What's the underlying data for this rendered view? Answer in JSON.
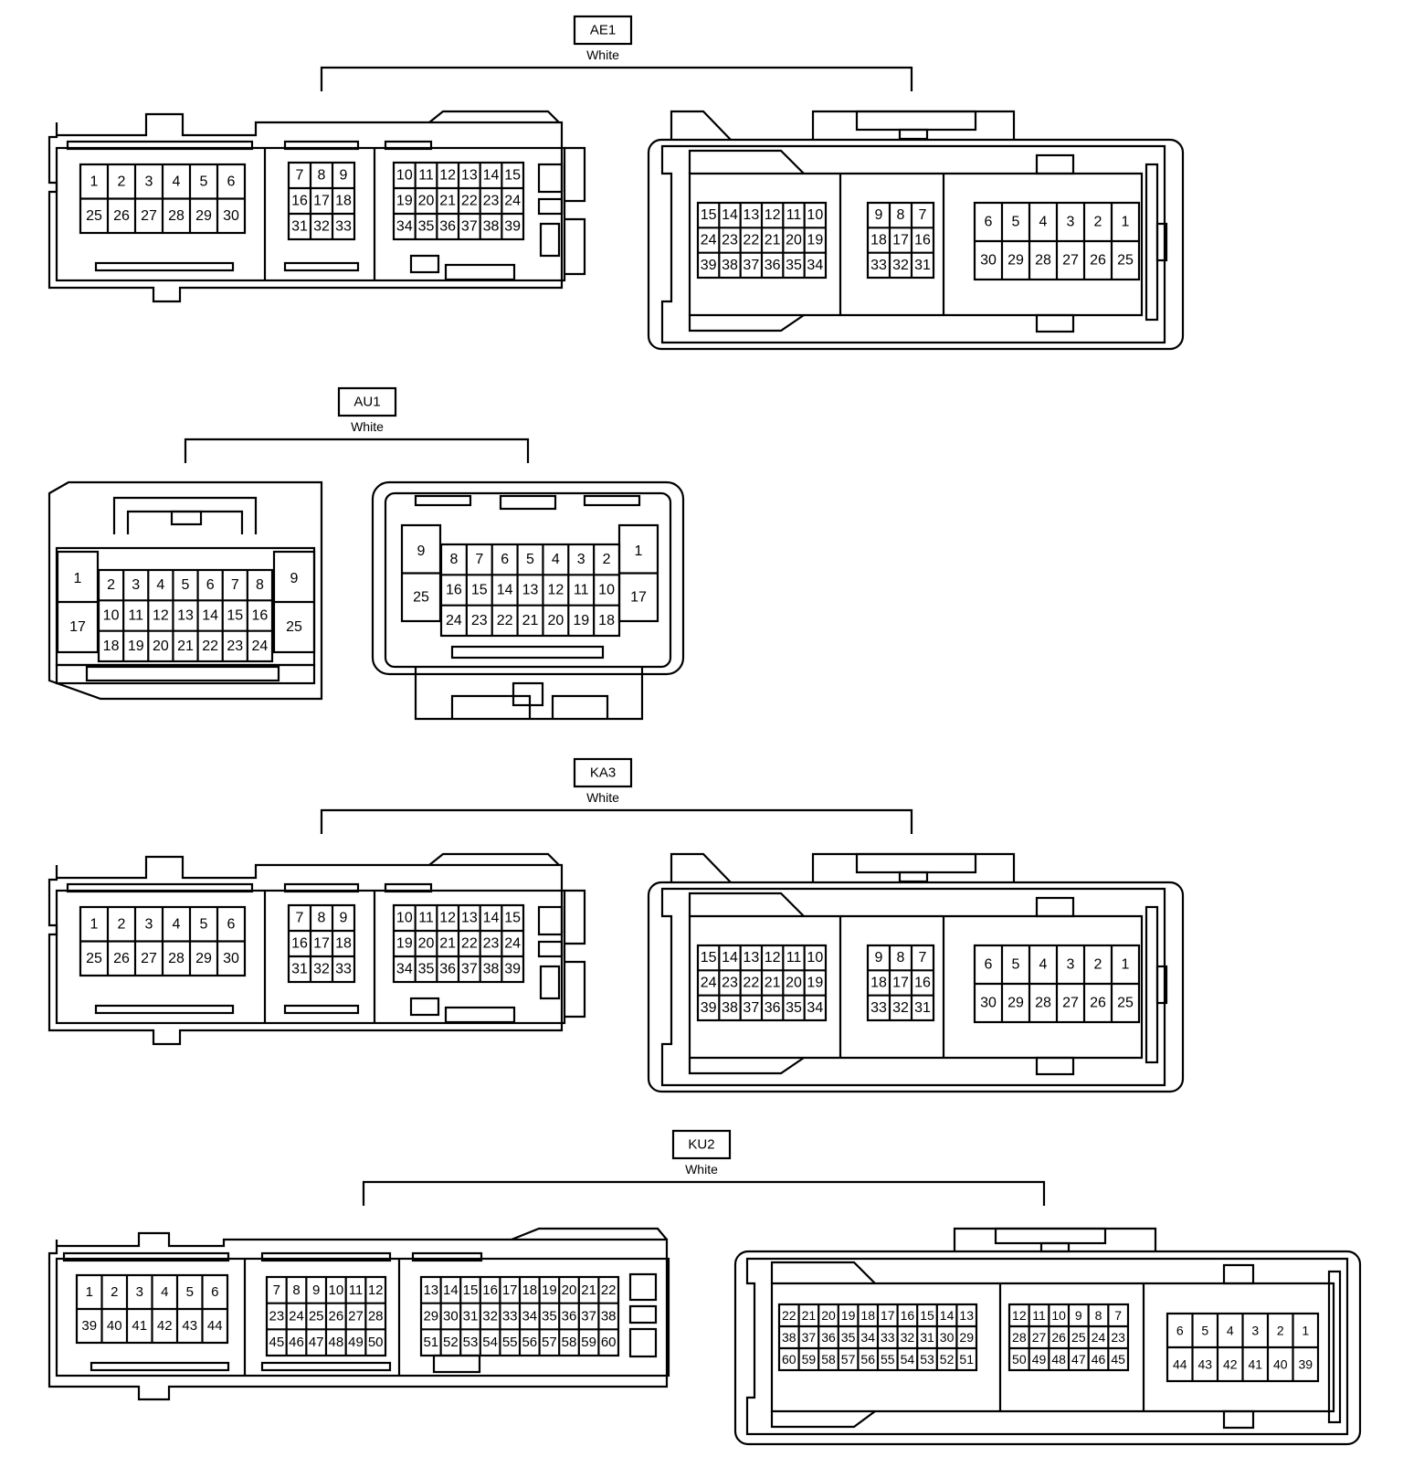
{
  "connectors": [
    {
      "id": "AE1",
      "color": "White",
      "female": {
        "a": [
          [
            "1",
            "2",
            "3",
            "4",
            "5",
            "6"
          ],
          [
            "25",
            "26",
            "27",
            "28",
            "29",
            "30"
          ]
        ],
        "b": [
          [
            "7",
            "8",
            "9"
          ],
          [
            "16",
            "17",
            "18"
          ],
          [
            "31",
            "32",
            "33"
          ]
        ],
        "c": [
          [
            "10",
            "11",
            "12",
            "13",
            "14",
            "15"
          ],
          [
            "19",
            "20",
            "21",
            "22",
            "23",
            "24"
          ],
          [
            "34",
            "35",
            "36",
            "37",
            "38",
            "39"
          ]
        ]
      },
      "male": {
        "a": [
          [
            "15",
            "14",
            "13",
            "12",
            "11",
            "10"
          ],
          [
            "24",
            "23",
            "22",
            "21",
            "20",
            "19"
          ],
          [
            "39",
            "38",
            "37",
            "36",
            "35",
            "34"
          ]
        ],
        "b": [
          [
            "9",
            "8",
            "7"
          ],
          [
            "18",
            "17",
            "16"
          ],
          [
            "33",
            "32",
            "31"
          ]
        ],
        "c": [
          [
            "6",
            "5",
            "4",
            "3",
            "2",
            "1"
          ],
          [
            "30",
            "29",
            "28",
            "27",
            "26",
            "25"
          ]
        ]
      }
    },
    {
      "id": "AU1",
      "color": "White",
      "female": {
        "left": [
          "1",
          "17"
        ],
        "grid": [
          [
            "2",
            "3",
            "4",
            "5",
            "6",
            "7",
            "8"
          ],
          [
            "10",
            "11",
            "12",
            "13",
            "14",
            "15",
            "16"
          ],
          [
            "18",
            "19",
            "20",
            "21",
            "22",
            "23",
            "24"
          ]
        ],
        "right": [
          "9",
          "25"
        ]
      },
      "male": {
        "left": [
          "9",
          "25"
        ],
        "grid": [
          [
            "8",
            "7",
            "6",
            "5",
            "4",
            "3",
            "2"
          ],
          [
            "16",
            "15",
            "14",
            "13",
            "12",
            "11",
            "10"
          ],
          [
            "24",
            "23",
            "22",
            "21",
            "20",
            "19",
            "18"
          ]
        ],
        "right": [
          "1",
          "17"
        ]
      }
    },
    {
      "id": "KA3",
      "color": "White",
      "female": {
        "a": [
          [
            "1",
            "2",
            "3",
            "4",
            "5",
            "6"
          ],
          [
            "25",
            "26",
            "27",
            "28",
            "29",
            "30"
          ]
        ],
        "b": [
          [
            "7",
            "8",
            "9"
          ],
          [
            "16",
            "17",
            "18"
          ],
          [
            "31",
            "32",
            "33"
          ]
        ],
        "c": [
          [
            "10",
            "11",
            "12",
            "13",
            "14",
            "15"
          ],
          [
            "19",
            "20",
            "21",
            "22",
            "23",
            "24"
          ],
          [
            "34",
            "35",
            "36",
            "37",
            "38",
            "39"
          ]
        ]
      },
      "male": {
        "a": [
          [
            "15",
            "14",
            "13",
            "12",
            "11",
            "10"
          ],
          [
            "24",
            "23",
            "22",
            "21",
            "20",
            "19"
          ],
          [
            "39",
            "38",
            "37",
            "36",
            "35",
            "34"
          ]
        ],
        "b": [
          [
            "9",
            "8",
            "7"
          ],
          [
            "18",
            "17",
            "16"
          ],
          [
            "33",
            "32",
            "31"
          ]
        ],
        "c": [
          [
            "6",
            "5",
            "4",
            "3",
            "2",
            "1"
          ],
          [
            "30",
            "29",
            "28",
            "27",
            "26",
            "25"
          ]
        ]
      }
    },
    {
      "id": "KU2",
      "color": "White",
      "female": {
        "a": [
          [
            "1",
            "2",
            "3",
            "4",
            "5",
            "6"
          ],
          [
            "39",
            "40",
            "41",
            "42",
            "43",
            "44"
          ]
        ],
        "b": [
          [
            "7",
            "8",
            "9",
            "10",
            "11",
            "12"
          ],
          [
            "23",
            "24",
            "25",
            "26",
            "27",
            "28"
          ],
          [
            "45",
            "46",
            "47",
            "48",
            "49",
            "50"
          ]
        ],
        "c": [
          [
            "13",
            "14",
            "15",
            "16",
            "17",
            "18",
            "19",
            "20",
            "21",
            "22"
          ],
          [
            "29",
            "30",
            "31",
            "32",
            "33",
            "34",
            "35",
            "36",
            "37",
            "38"
          ],
          [
            "51",
            "52",
            "53",
            "54",
            "55",
            "56",
            "57",
            "58",
            "59",
            "60"
          ]
        ]
      },
      "male": {
        "a": [
          [
            "22",
            "21",
            "20",
            "19",
            "18",
            "17",
            "16",
            "15",
            "14",
            "13"
          ],
          [
            "38",
            "37",
            "36",
            "35",
            "34",
            "33",
            "32",
            "31",
            "30",
            "29"
          ],
          [
            "60",
            "59",
            "58",
            "57",
            "56",
            "55",
            "54",
            "53",
            "52",
            "51"
          ]
        ],
        "b": [
          [
            "12",
            "11",
            "10",
            "9",
            "8",
            "7"
          ],
          [
            "28",
            "27",
            "26",
            "25",
            "24",
            "23"
          ],
          [
            "50",
            "49",
            "48",
            "47",
            "46",
            "45"
          ]
        ],
        "c": [
          [
            "6",
            "5",
            "4",
            "3",
            "2",
            "1"
          ],
          [
            "44",
            "43",
            "42",
            "41",
            "40",
            "39"
          ]
        ]
      }
    }
  ]
}
